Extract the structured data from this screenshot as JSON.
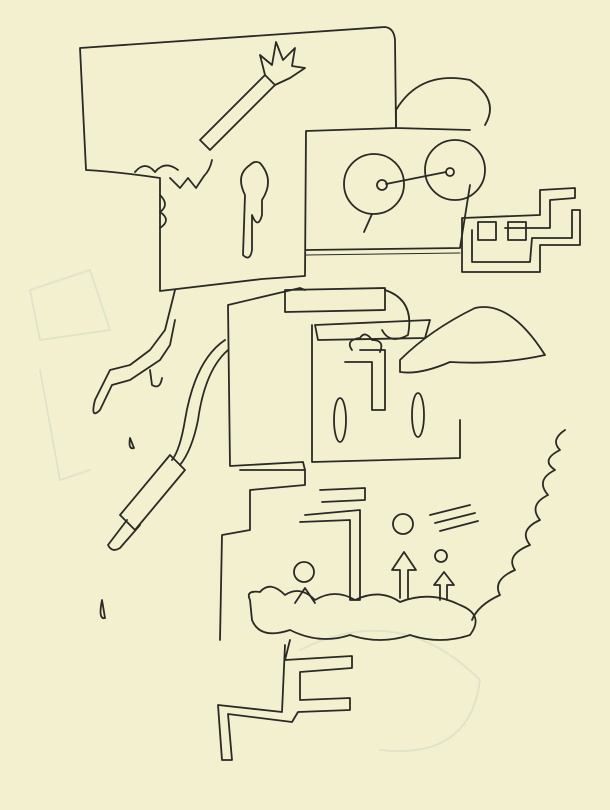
{
  "colors": {
    "paper": "#f3f0cf",
    "ink": "#2a2a26",
    "hatch": "#6b6a60",
    "ghost": "#dfe3c8"
  },
  "artwork": {
    "shapes": [
      "top-block",
      "target-eyes",
      "stair-pipe",
      "maze-block",
      "horn",
      "audio-jack-cable",
      "cloud-base",
      "skulls-arrows",
      "bottom-stair-pipe",
      "wavy-line",
      "drips"
    ]
  }
}
